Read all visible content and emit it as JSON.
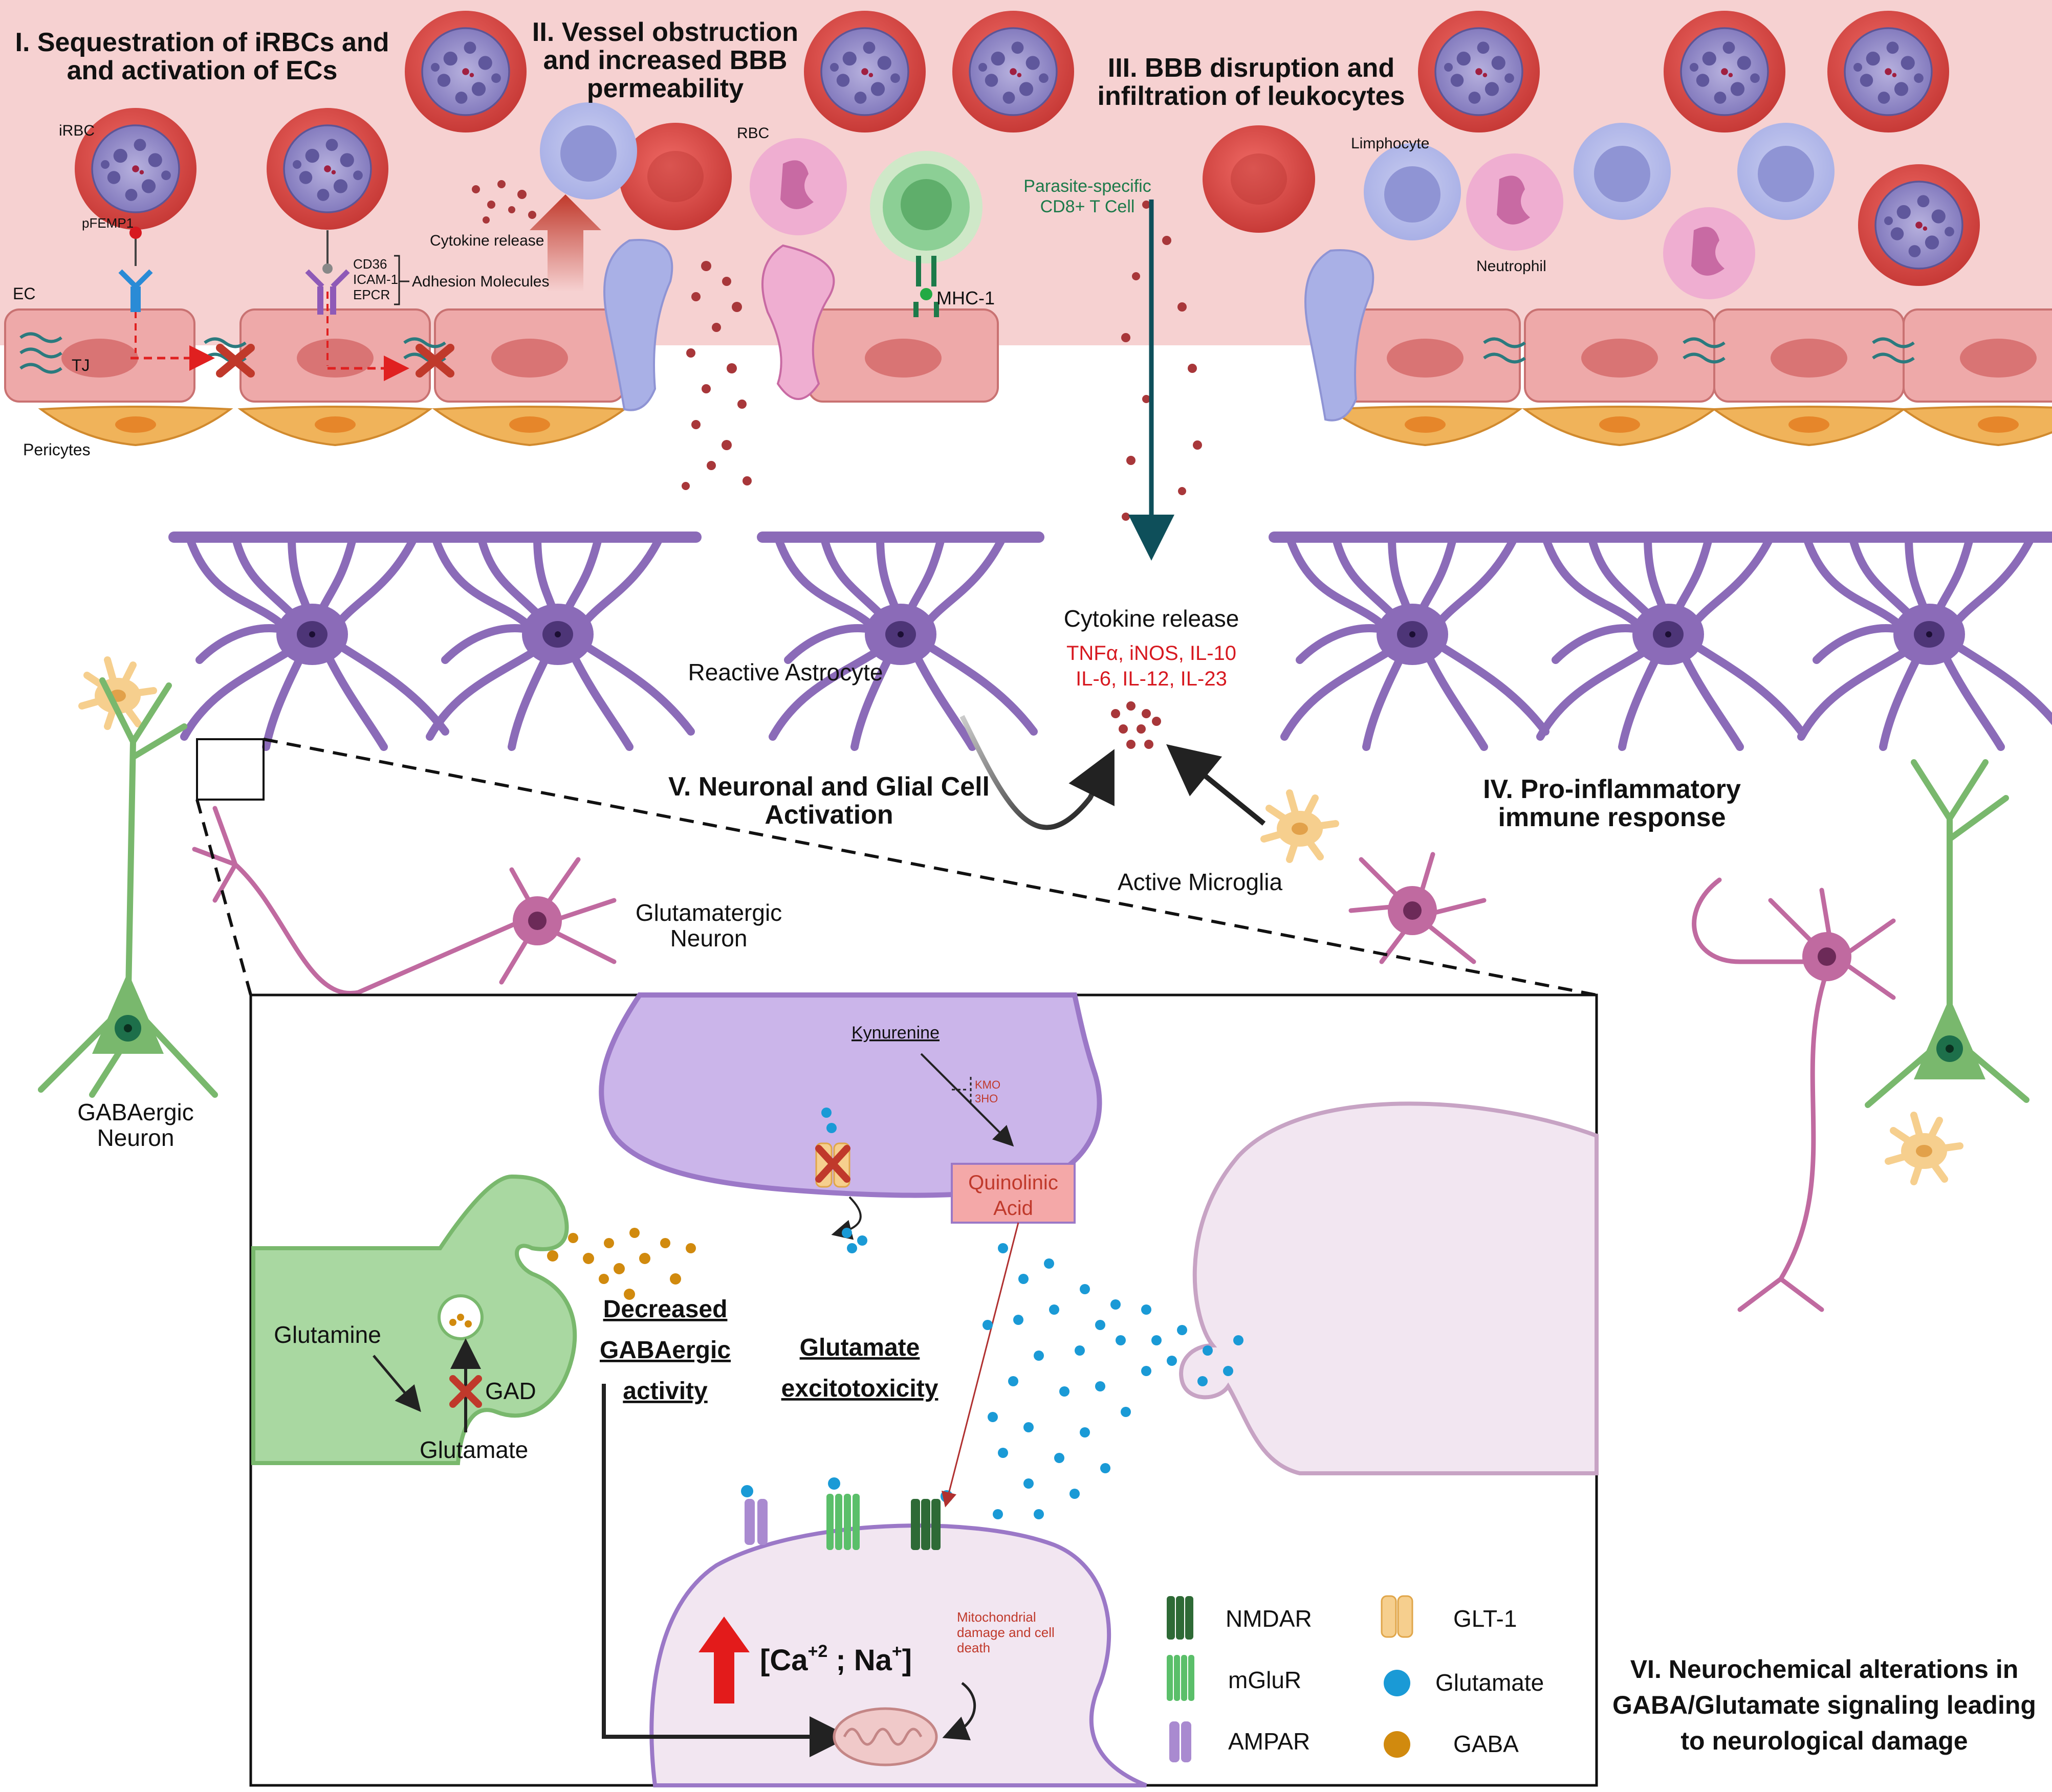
{
  "stages": {
    "s1_line1": "I. Sequestration of iRBCs and",
    "s1_line2": "and activation of ECs",
    "s2_line1": "II. Vessel obstruction",
    "s2_line2": "and increased BBB",
    "s2_line3": "permeability",
    "s3_line1": "III. BBB disruption and",
    "s3_line2": "infiltration of leukocytes",
    "s4_line1": "IV. Pro-inflammatory",
    "s4_line2": "immune response",
    "s5_line1": "V. Neuronal and Glial Cell",
    "s5_line2": "Activation",
    "s6_line1": "VI. Neurochemical alterations in",
    "s6_line2": "GABA/Glutamate signaling leading",
    "s6_line3": "to neurological damage"
  },
  "labels": {
    "irbc": "iRBC",
    "pfemp1": "pFEMP1",
    "ec": "EC",
    "tj": "TJ",
    "pericytes": "Pericytes",
    "cd36": "CD36",
    "icam1": "ICAM-1",
    "epcr": "EPCR",
    "adhesion": "Adhesion Molecules",
    "cytokine_release_small": "Cytokine release",
    "rbc": "RBC",
    "cd8_line1": "Parasite-specific",
    "cd8_line2": "CD8+ T Cell",
    "mhc1": "MHC-1",
    "limphocyte": "Limphocyte",
    "neutrophil": "Neutrophil",
    "reactive_astrocyte": "Reactive Astrocyte",
    "cytokine_release": "Cytokine release",
    "cytokines_line1": "TNFα, iNOS, IL-10",
    "cytokines_line2": "IL-6, IL-12, IL-23",
    "active_microglia": "Active Microglia",
    "glutamatergic_line1": "Glutamatergic",
    "glutamatergic_line2": "Neuron",
    "gabaergic_line1": "GABAergic",
    "gabaergic_line2": "Neuron"
  },
  "inset": {
    "kynurenine": "Kynurenine",
    "kmo": "KMO",
    "ho3": "3HO",
    "quinolinic_line1": "Quinolinic",
    "quinolinic_line2": "Acid",
    "glutamine": "Glutamine",
    "gad": "GAD",
    "glutamate": "Glutamate",
    "decreased_line1": "Decreased",
    "decreased_line2": "GABAergic",
    "decreased_line3": "activity",
    "excito_line1": "Glutamate",
    "excito_line2": "excitotoxicity",
    "mito_line1": "Mitochondrial",
    "mito_line2": "damage and cell",
    "mito_line3": "death",
    "ions_main": "[Ca",
    "ions_sup1": "+2",
    "ions_mid": " ; Na",
    "ions_sup2": "+",
    "ions_end": "]"
  },
  "legend": {
    "nmdar": "NMDAR",
    "mglur": "mGluR",
    "ampar": "AMPAR",
    "glt1": "GLT-1",
    "glutamate": "Glutamate",
    "gaba": "GABA"
  },
  "colors": {
    "vessel_bg": "#f6d1d1",
    "rbc": "#d9534f",
    "parasite": "#8e86c4",
    "astrocyte": "#8b6bb8",
    "endothelium": "#eea9a9",
    "pericyte": "#f0b35a",
    "gaba_neuron": "#79b86d",
    "glut_neuron": "#c06aa0",
    "microglia": "#f6cf8e",
    "glutamate_dot": "#1a9ad6",
    "gaba_dot": "#d18a0e",
    "text_red": "#d71920"
  }
}
